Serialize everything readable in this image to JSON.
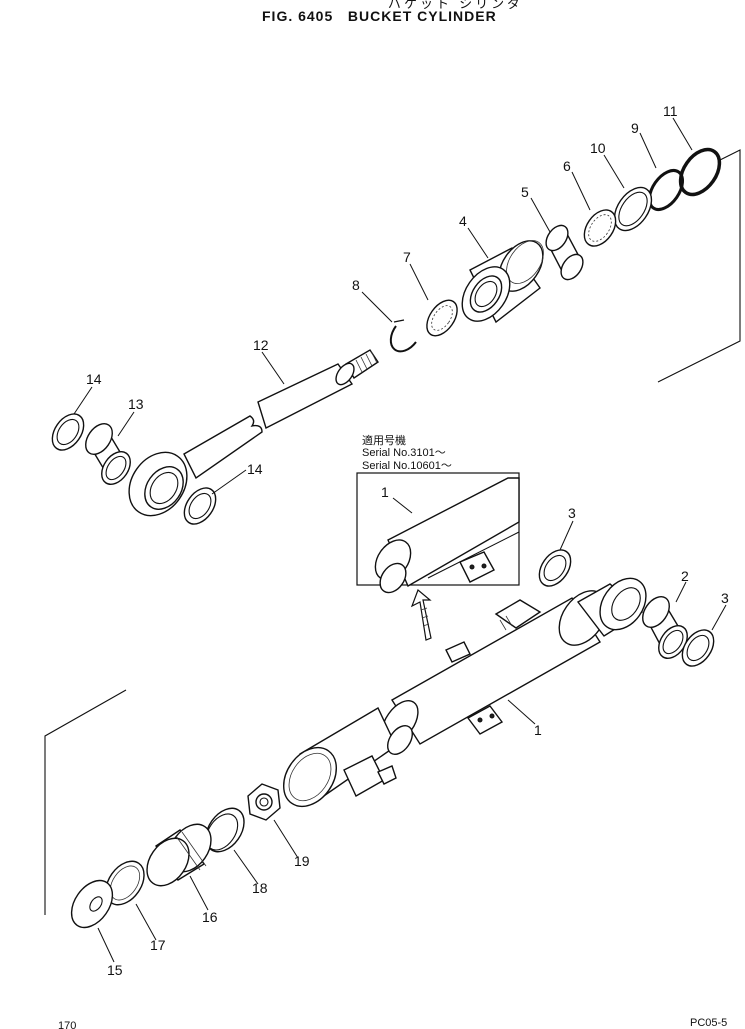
{
  "figure": {
    "title_jp": "バケット シリンダ",
    "title": "FIG. 6405   BUCKET CYLINDER",
    "page_number": "170",
    "page_code": "PC05-5"
  },
  "inset": {
    "jp_label": "適用号機",
    "serial_1": "Serial No.3101～",
    "serial_2": "Serial No.10601～"
  },
  "callouts": [
    "1",
    "2",
    "3",
    "4",
    "5",
    "6",
    "7",
    "8",
    "9",
    "10",
    "11",
    "12",
    "13",
    "14",
    "15",
    "16",
    "17",
    "18",
    "19"
  ]
}
